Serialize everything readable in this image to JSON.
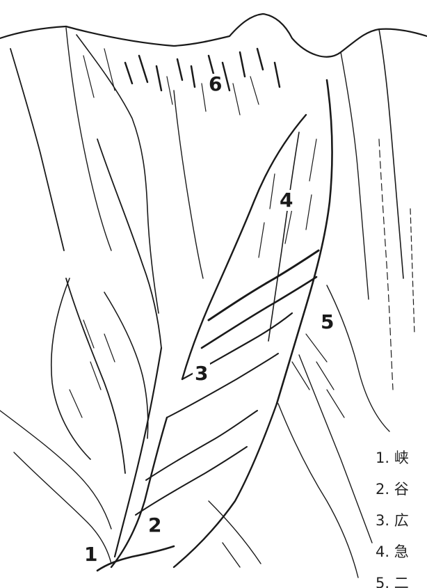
{
  "labels": [
    {
      "id": "1",
      "text": "1"
    },
    {
      "id": "2",
      "text": "2"
    },
    {
      "id": "3",
      "text": "3"
    },
    {
      "id": "4",
      "text": "4"
    },
    {
      "id": "5",
      "text": "5"
    },
    {
      "id": "6",
      "text": "6"
    }
  ],
  "legend": {
    "items": [
      {
        "text": "1. 峡"
      },
      {
        "text": "2. 谷"
      },
      {
        "text": "3. 広"
      },
      {
        "text": "4. 急"
      },
      {
        "text": "5. 二"
      }
    ]
  },
  "colors": {
    "ink": "#1a1a1a",
    "background": "#ffffff"
  }
}
